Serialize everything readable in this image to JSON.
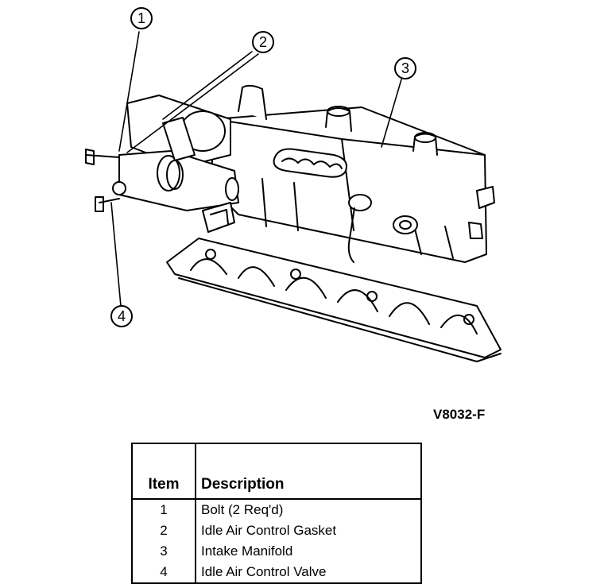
{
  "figure": {
    "callouts": [
      "1",
      "2",
      "3",
      "4"
    ],
    "reference_code": "V8032-F"
  },
  "legend": {
    "headers": {
      "item": "Item",
      "description": "Description"
    },
    "rows": [
      {
        "item": "1",
        "description": "Bolt (2 Req'd)"
      },
      {
        "item": "2",
        "description": "Idle Air Control Gasket"
      },
      {
        "item": "3",
        "description": "Intake Manifold"
      },
      {
        "item": "4",
        "description": "Idle Air Control Valve"
      }
    ]
  }
}
